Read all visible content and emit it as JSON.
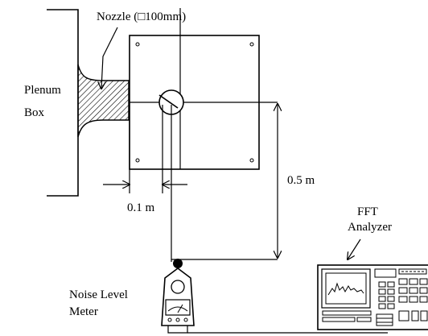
{
  "labels": {
    "nozzle": "Nozzle (□100mm)",
    "plenum_line1": "Plenum",
    "plenum_line2": "Box",
    "distance_short": "0.1 m",
    "distance_long": "0.5 m",
    "fft_line1": "FFT",
    "fft_line2": "Analyzer",
    "meter_line1": "Noise Level",
    "meter_line2": "Meter"
  }
}
